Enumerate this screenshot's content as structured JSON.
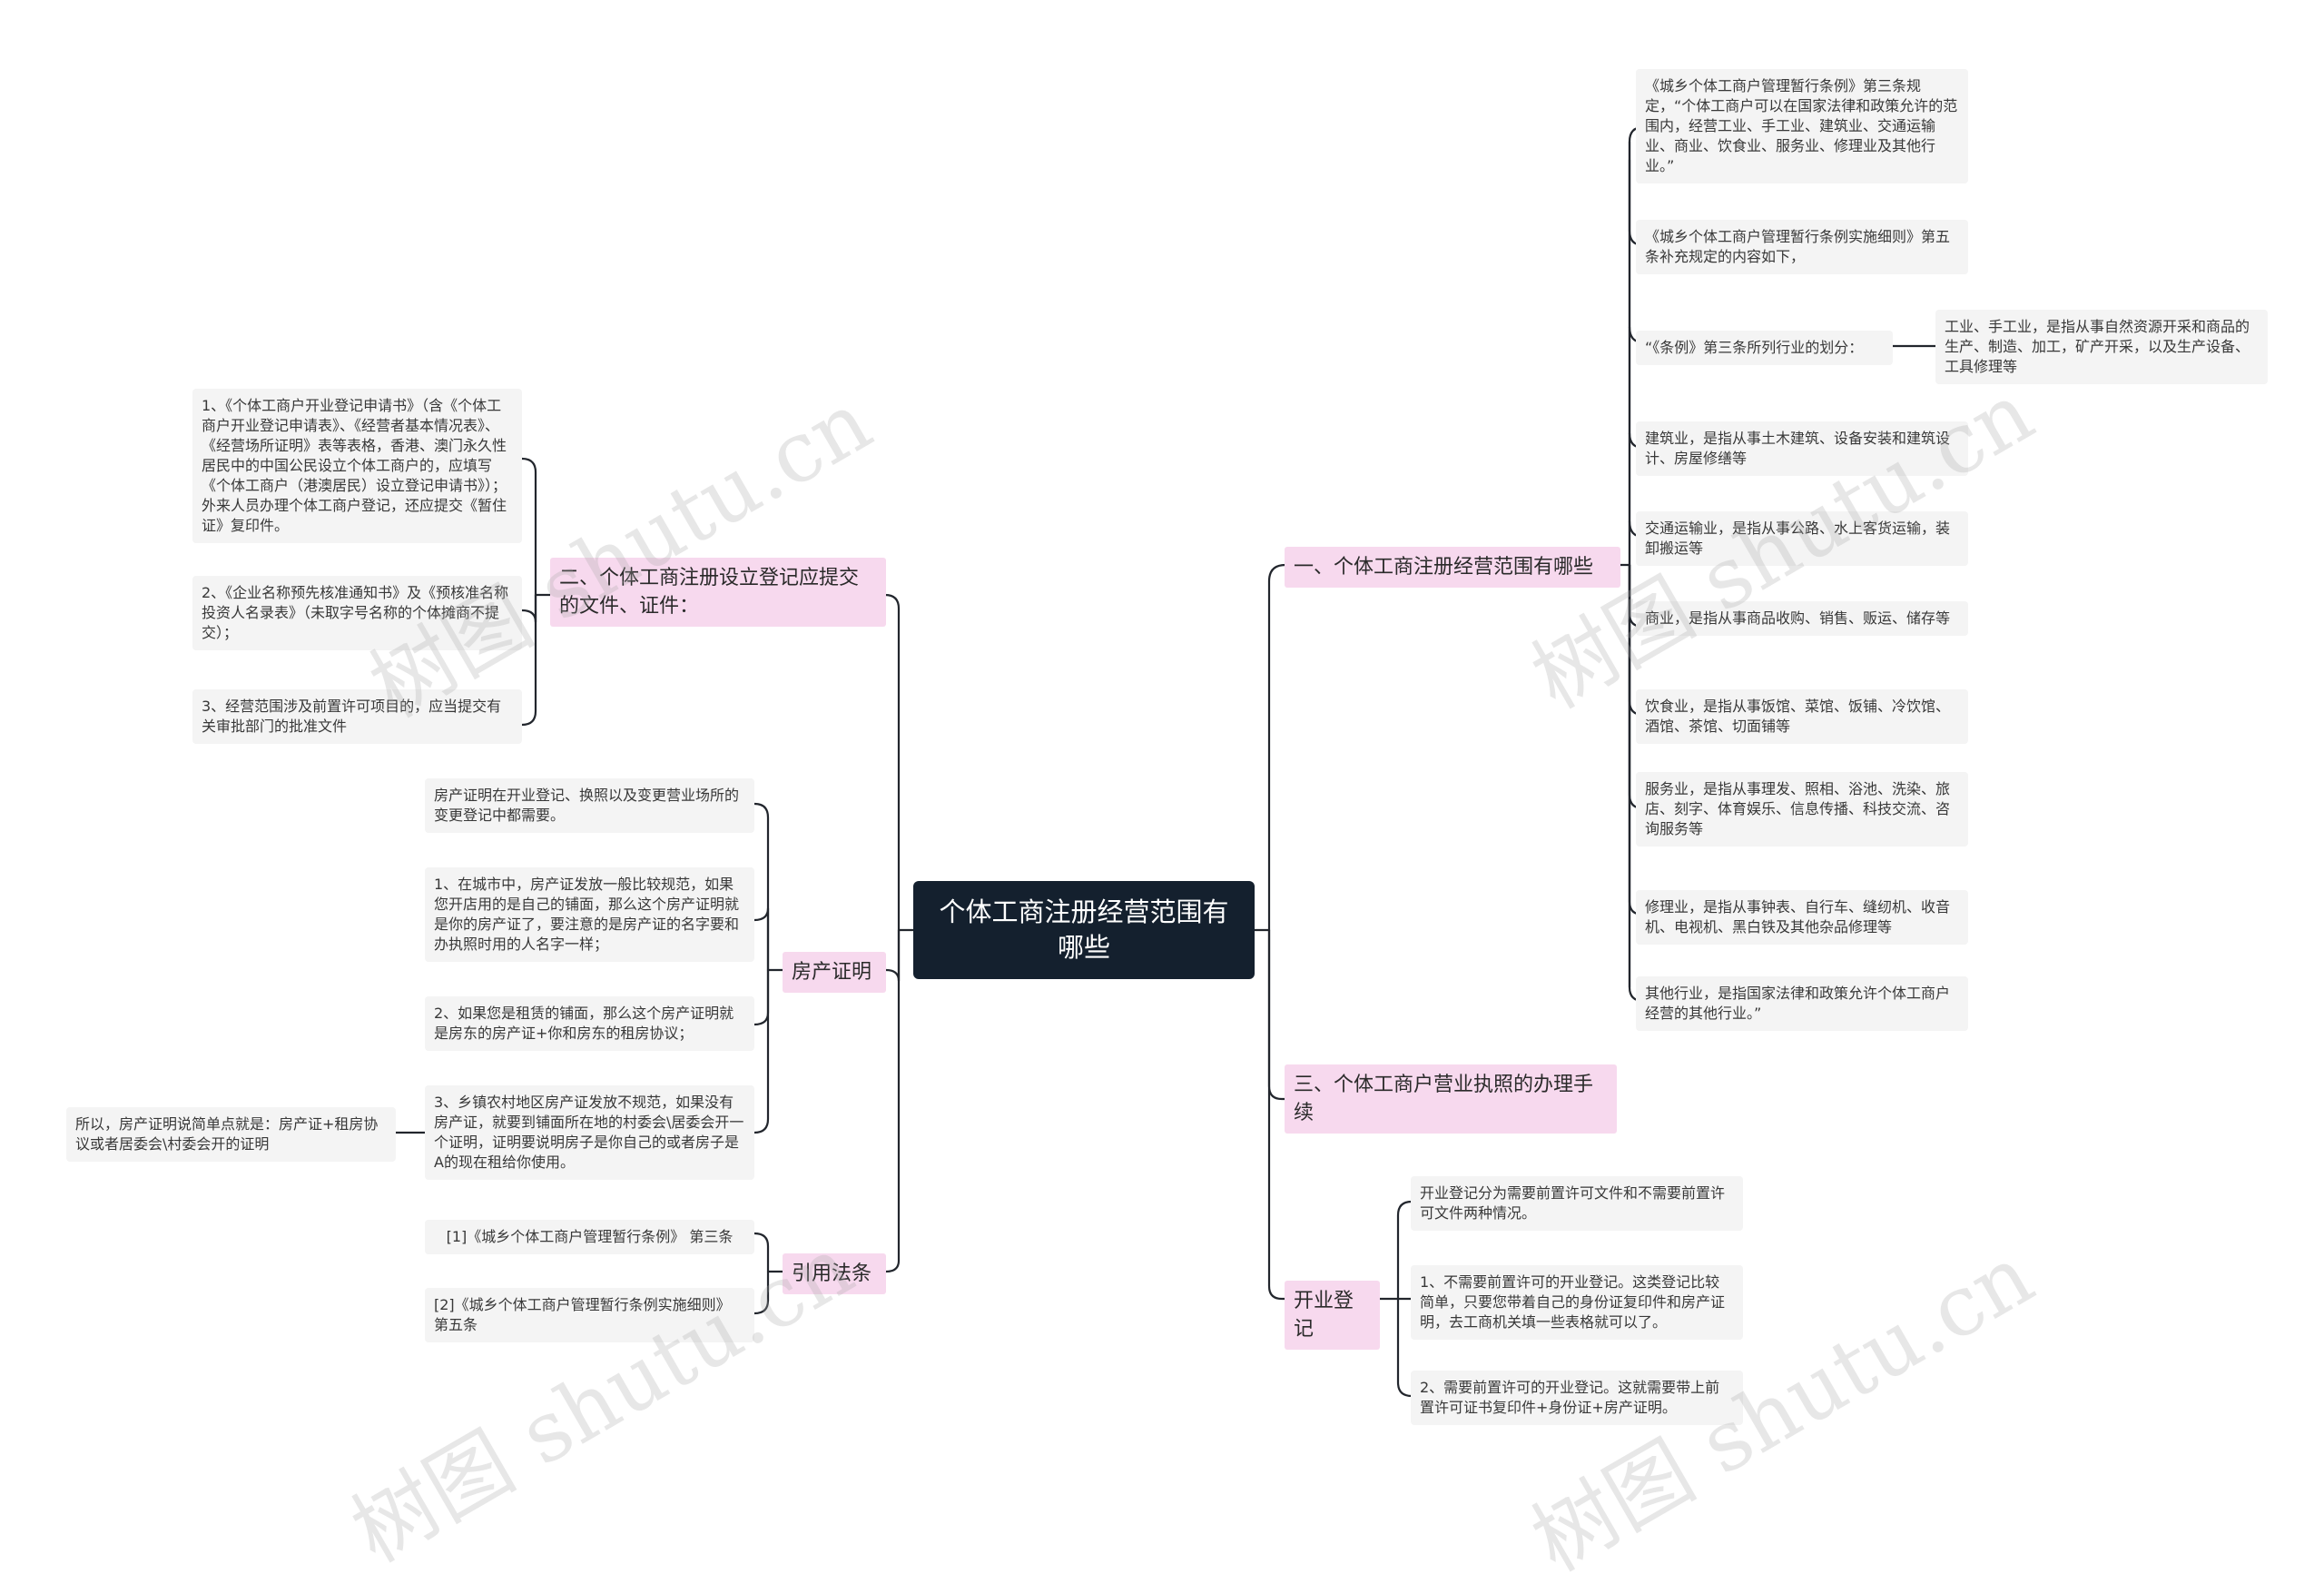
{
  "root": {
    "title": "个体工商注册经营范围有哪些"
  },
  "branches": {
    "scope": "一、个体工商注册经营范围有哪些",
    "documents": "二、个体工商注册设立登记应提交的文件、证件：",
    "license": "三、个体工商户营业执照的办理手续",
    "property": "房产证明",
    "opening": "开业登记",
    "laws": "引用法条"
  },
  "scope_items": [
    "《城乡个体工商户管理暂行条例》第三条规定，“个体工商户可以在国家法律和政策允许的范围内，经营工业、手工业、建筑业、交通运输业、商业、饮食业、服务业、修理业及其他行业。”",
    "《城乡个体工商户管理暂行条例实施细则》第五条补充规定的内容如下，",
    "“《条例》第三条所列行业的划分：",
    "建筑业，是指从事土木建筑、设备安装和建筑设计、房屋修缮等",
    "交通运输业，是指从事公路、水上客货运输，装卸搬运等",
    "商业，是指从事商品收购、销售、贩运、储存等",
    "饮食业，是指从事饭馆、菜馆、饭铺、冷饮馆、酒馆、茶馆、切面铺等",
    "服务业，是指从事理发、照相、浴池、洗染、旅店、刻字、体育娱乐、信息传播、科技交流、咨询服务等",
    "修理业，是指从事钟表、自行车、缝纫机、收音机、电视机、黑白铁及其他杂品修理等",
    "其他行业，是指国家法律和政策允许个体工商户经营的其他行业。”"
  ],
  "scope_subitem": "工业、手工业，是指从事自然资源开采和商品的生产、制造、加工，矿产开采，以及生产设备、工具修理等",
  "document_items": [
    "1、《个体工商户开业登记申请书》（含《个体工商户开业登记申请表》、《经营者基本情况表》、《经营场所证明》表等表格，香港、澳门永久性居民中的中国公民设立个体工商户的，应填写《个体工商户（港澳居民）设立登记申请书》）；外来人员办理个体工商户登记，还应提交《暂住证》复印件。",
    "2、《企业名称预先核准通知书》及《预核准名称投资人名录表》（未取字号名称的个体摊商不提交）；",
    "3、经营范围涉及前置许可项目的，应当提交有关审批部门的批准文件"
  ],
  "property_items": [
    "房产证明在开业登记、换照以及变更营业场所的变更登记中都需要。",
    "1、在城市中，房产证发放一般比较规范，如果您开店用的是自己的铺面，那么这个房产证明就是你的房产证了，要注意的是房产证的名字要和办执照时用的人名字一样；",
    "2、如果您是租赁的铺面，那么这个房产证明就是房东的房产证+你和房东的租房协议；",
    "3、乡镇农村地区房产证发放不规范，如果没有房产证，就要到铺面所在地的村委会\\居委会开一个证明，证明要说明房子是你自己的或者房子是A的现在租给你使用。"
  ],
  "property_summary": "所以，房产证明说简单点就是：房产证+租房协议或者居委会\\村委会开的证明",
  "opening_items": [
    "开业登记分为需要前置许可文件和不需要前置许可文件两种情况。",
    "1、不需要前置许可的开业登记。这类登记比较简单，只要您带着自己的身份证复印件和房产证明，去工商机关填一些表格就可以了。",
    "2、需要前置许可的开业登记。这就需要带上前置许可证书复印件+身份证+房产证明。"
  ],
  "law_items": [
    "[1]《城乡个体工商户管理暂行条例》 第三条",
    "[2]《城乡个体工商户管理暂行条例实施细则》 第五条"
  ],
  "watermark": "树图 shutu.cn",
  "colors": {
    "root_bg": "#14202e",
    "branch_bg": "#f7d9ee",
    "leaf_bg": "#f4f4f4",
    "line": "#22262d"
  }
}
